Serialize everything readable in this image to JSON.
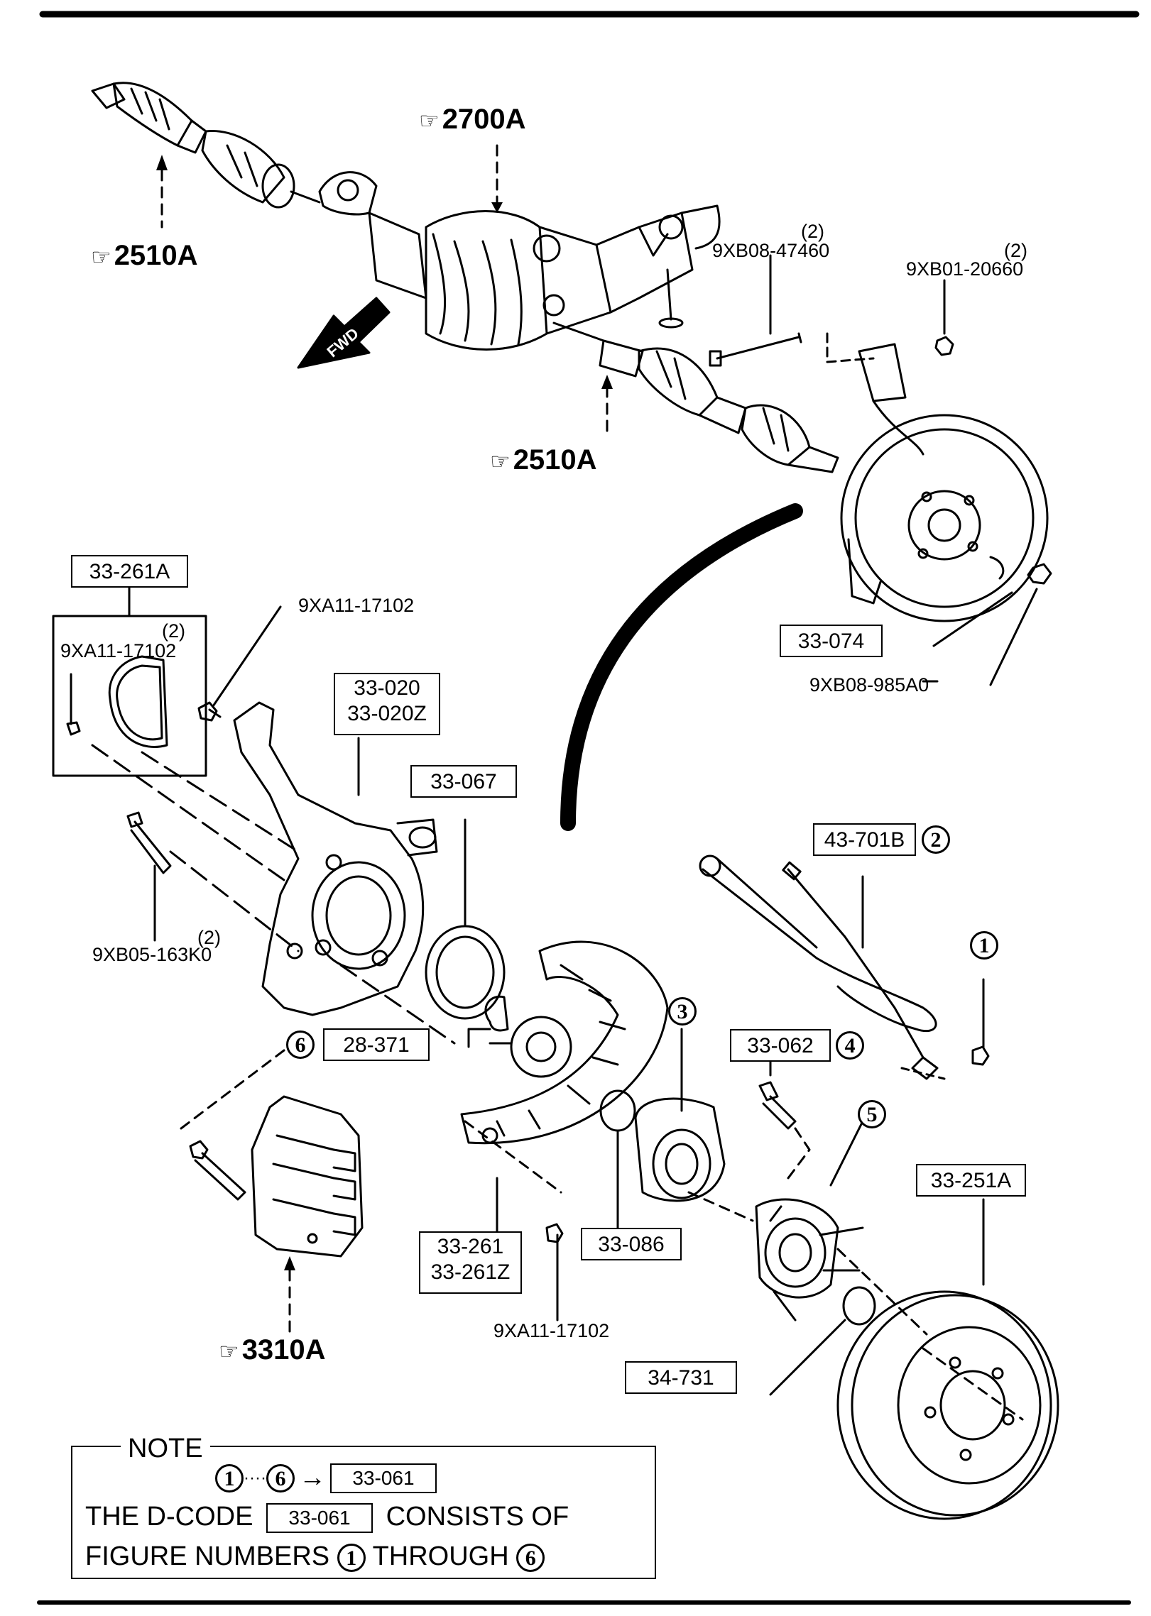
{
  "refs": {
    "r2700a": "2700A",
    "r2510a_top": "2510A",
    "r2510a_mid": "2510A",
    "r3310a": "3310A",
    "hand": "☞"
  },
  "arrow_fwd": "FWD",
  "parts": {
    "p_9xb08_47460": "9XB08-47460",
    "q_9xb08_47460": "(2)",
    "p_9xb01_20660": "9XB01-20660",
    "q_9xb01_20660": "(2)",
    "p_9xa11_17102_a": "9XA11-17102",
    "p_9xa11_17102_b": "9XA11-17102",
    "q_9xa11_17102_b": "(2)",
    "p_9xb08_985a0": "9XB08-985A0",
    "p_9xb05_163k0": "9XB05-163K0",
    "q_9xb05_163k0": "(2)",
    "p_9xa11_17102_c": "9XA11-17102"
  },
  "boxes": {
    "b_33_261a": "33-261A",
    "b_33_074": "33-074",
    "b_33_020": "33-020",
    "b_33_020z": "33-020Z",
    "b_33_067": "33-067",
    "b_43_701b": "43-701B",
    "b_28_371": "28-371",
    "b_33_062": "33-062",
    "b_33_251a": "33-251A",
    "b_33_261": "33-261",
    "b_33_261z": "33-261Z",
    "b_33_086": "33-086",
    "b_34_731": "34-731"
  },
  "circled": {
    "c1": "1",
    "c2": "2",
    "c3": "3",
    "c4": "4",
    "c5": "5",
    "c6": "6"
  },
  "note": {
    "title": "NOTE",
    "range_start": "1",
    "range_dots": "····",
    "range_end": "6",
    "arrow": "→",
    "range_code": "33-061",
    "line2_a": "THE D-CODE",
    "line2_code": "33-061",
    "line2_b": "CONSISTS OF",
    "line3_a": "FIGURE NUMBERS",
    "line3_num1": "1",
    "line3_b": "THROUGH",
    "line3_num2": "6"
  }
}
